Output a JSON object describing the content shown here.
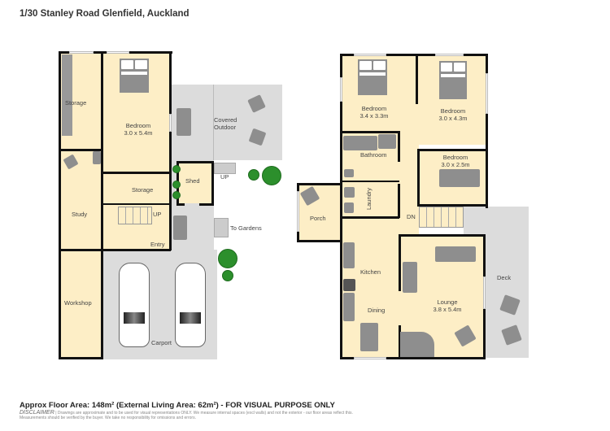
{
  "title": "1/30 Stanley Road Glenfield, Auckland",
  "colors": {
    "room_fill": "#fdeec6",
    "exterior_fill": "#dcdcdc",
    "wall": "#111111",
    "furniture": "#8e8e8e",
    "tree": "#2c8f2c"
  },
  "ground_floor": {
    "rooms": [
      {
        "name": "Storage",
        "dims": ""
      },
      {
        "name": "Bedroom",
        "dims": "3.0 x 5.4m"
      },
      {
        "name": "Covered Outdoor",
        "line1": "Covered",
        "line2": "Outdoor"
      },
      {
        "name": "Shed"
      },
      {
        "name": "Study"
      },
      {
        "name": "Storage"
      },
      {
        "name": "Entry"
      },
      {
        "name": "Workshop"
      },
      {
        "name": "Carport"
      }
    ],
    "labels": {
      "up1": "UP",
      "up2": "UP",
      "to_gardens": "To Gardens"
    }
  },
  "first_floor": {
    "rooms": [
      {
        "name": "Bedroom",
        "dims": "3.4 x 3.3m"
      },
      {
        "name": "Bedroom",
        "dims": "3.0 x 4.3m"
      },
      {
        "name": "Bathroom"
      },
      {
        "name": "Bedroom",
        "dims": "3.0 x 2.5m"
      },
      {
        "name": "Porch"
      },
      {
        "name": "Laundry"
      },
      {
        "name": "Kitchen"
      },
      {
        "name": "Dining"
      },
      {
        "name": "Lounge",
        "dims": "3.8 x 5.4m"
      },
      {
        "name": "Deck"
      }
    ],
    "labels": {
      "dn": "DN"
    }
  },
  "footer": {
    "area_text": "Approx Floor Area: 148m² (External Living Area: 62m²) - FOR VISUAL PURPOSE ONLY",
    "disclaimer_label": "DISCLAIMER",
    "disclaimer_text": "| Drawings are approximate and to be used for visual representations ONLY. We measure internal spaces (excl walls) and not the exterior - our floor areas reflect this. Measurements should be verified by the buyer. We take no responsibility for omissions and errors."
  }
}
